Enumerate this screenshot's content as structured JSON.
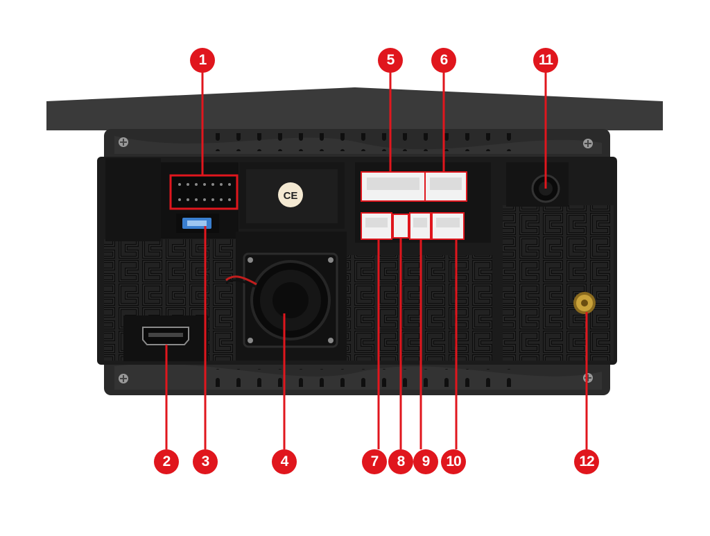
{
  "device": {
    "ce_mark": "CE",
    "colors": {
      "callout": "#e0161d",
      "lid": "#3a3a3a",
      "chassis": "#2a2a2a",
      "heatsink": "#1b1b1b",
      "connector": "#f2f2f2",
      "gold": "#c9a23a"
    }
  },
  "callouts": [
    {
      "id": "1",
      "label": "1"
    },
    {
      "id": "2",
      "label": "2"
    },
    {
      "id": "3",
      "label": "3"
    },
    {
      "id": "4",
      "label": "4"
    },
    {
      "id": "5",
      "label": "5"
    },
    {
      "id": "6",
      "label": "6"
    },
    {
      "id": "7",
      "label": "7"
    },
    {
      "id": "8",
      "label": "8"
    },
    {
      "id": "9",
      "label": "9"
    },
    {
      "id": "10",
      "label": "10"
    },
    {
      "id": "11",
      "label": "11"
    },
    {
      "id": "12",
      "label": "12"
    }
  ]
}
